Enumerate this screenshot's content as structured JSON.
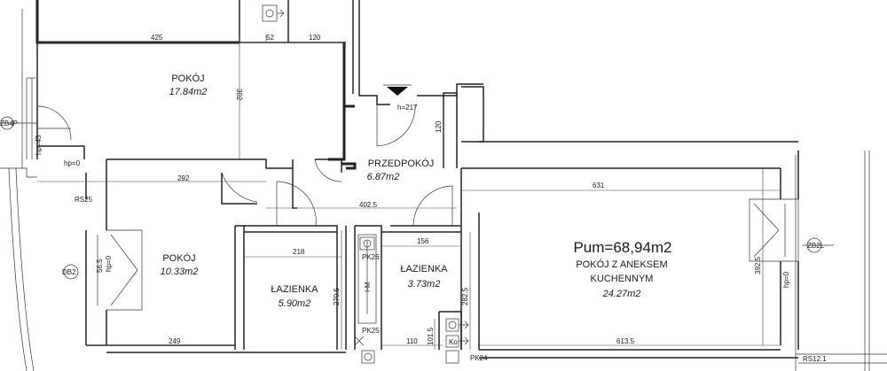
{
  "summary": {
    "total_area": "Pum=68,94m2"
  },
  "rooms": {
    "pokoj_top": {
      "name": "POKÓJ",
      "area": "17.84m2"
    },
    "pokoj_left": {
      "name": "POKÓJ",
      "area": "10.33m2"
    },
    "przedpokoj": {
      "name": "PRZEDPOKÓJ",
      "area": "6.87m2"
    },
    "lazienka_1": {
      "name": "ŁAZIENKA",
      "area": "5.90m2"
    },
    "lazienka_2": {
      "name": "ŁAZIENKA",
      "area": "3.73m2"
    },
    "pokoj_kitchen": {
      "name_line1": "POKÓJ Z ANEKSEM",
      "name_line2": "KUCHENNYM",
      "area": "24.27m2"
    }
  },
  "dimensions": {
    "d425": "425",
    "d52": "52",
    "d120a": "120",
    "d302": "302",
    "d120b": "120",
    "d292": "292",
    "d4025": "402.5",
    "d631": "631",
    "d218": "218",
    "d156": "156",
    "d5655": "56.5",
    "d2705": "270.5",
    "d2825": "282.5",
    "d3925": "392.5",
    "d249": "249",
    "d110": "110",
    "d1015": "101.5",
    "d6135": "613.5"
  },
  "labels": {
    "zb4p": "ZB4P",
    "zb2l": "ZB2L",
    "db2": "DB2",
    "hp45": "hp=45",
    "hp0a": "hp=0",
    "hp0b": "hp=0",
    "hp0c": "hp=0",
    "rs25": "RS25",
    "rs121": "RS12.1",
    "pk26": "PK26",
    "pk25": "PK25",
    "pk24": "PK24",
    "h217": "h=217",
    "ko": "Ko",
    "im": "I-M"
  }
}
